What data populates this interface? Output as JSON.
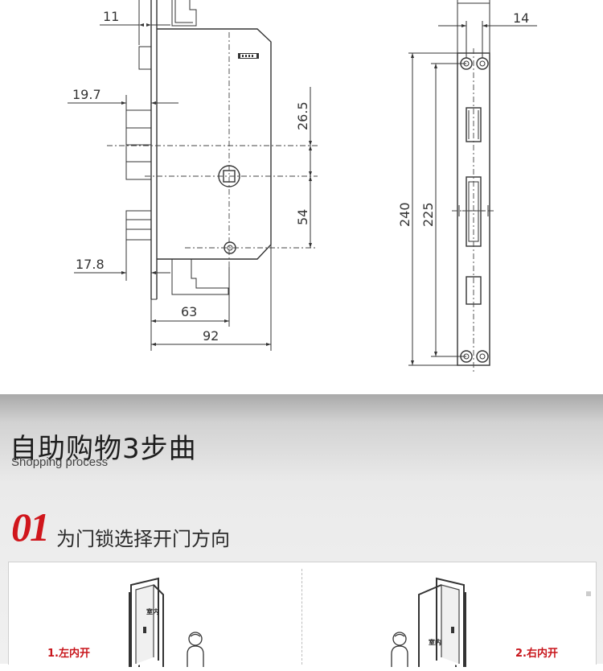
{
  "dimensions": {
    "d11": "11",
    "d14": "14",
    "d19_7": "19.7",
    "d26_5": "26.5",
    "d54": "54",
    "d17_8": "17.8",
    "d63": "63",
    "d92": "92",
    "d240": "240",
    "d225": "225"
  },
  "process": {
    "title_cn": "自助购物3步曲",
    "title_en": "Shopping process",
    "step_number": "01",
    "step_text": "为门锁选择开门方向",
    "options": [
      {
        "label": "1.左内开",
        "room_label": "室内"
      },
      {
        "label": "2.右内开",
        "room_label": "室内"
      }
    ]
  }
}
